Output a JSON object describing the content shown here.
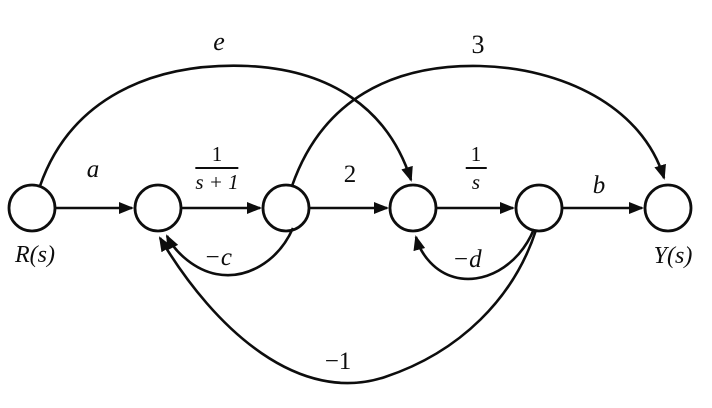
{
  "diagram": {
    "colors": {
      "ink": "#0d0d0d",
      "background": "#ffffff"
    },
    "nodes": {
      "input": "R(s)",
      "output": "Y(s)"
    },
    "branches": {
      "a": "a",
      "tf1": {
        "num": "1",
        "den": "s + 1"
      },
      "two": "2",
      "tf2": {
        "num": "1",
        "den": "s"
      },
      "b": "b",
      "e": "e",
      "three": "3",
      "minus_c": "−c",
      "minus_d": "−d",
      "minus_one": "−1"
    }
  }
}
